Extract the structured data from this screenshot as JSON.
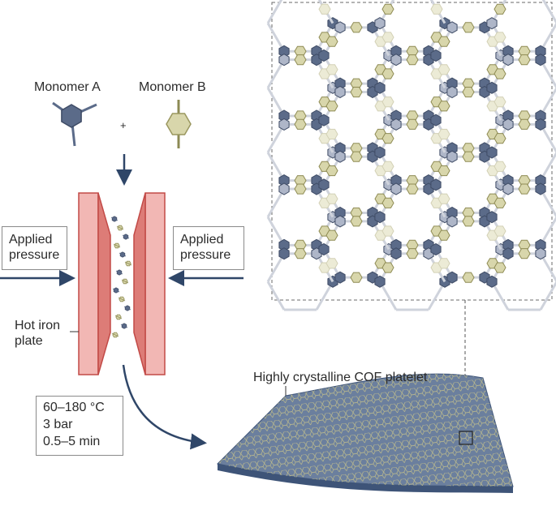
{
  "monomer_a": "Monomer A",
  "monomer_b": "Monomer B",
  "plus": "+",
  "pressure_left": [
    "Applied",
    "pressure"
  ],
  "pressure_right": [
    "Applied",
    "pressure"
  ],
  "hot_plate": [
    "Hot iron",
    "plate"
  ],
  "conditions": [
    "60–180 °C",
    "3 bar",
    "0.5–5 min"
  ],
  "platelet_label": "Highly crystalline COF platelet",
  "colors": {
    "monomer_a": "#5b6b89",
    "monomer_b": "#d6d6a8",
    "plate_fill": "#f2b7b4",
    "plate_edge": "#c24a47",
    "arrow": "#2f4668",
    "sheet": "#6b7f9e"
  }
}
